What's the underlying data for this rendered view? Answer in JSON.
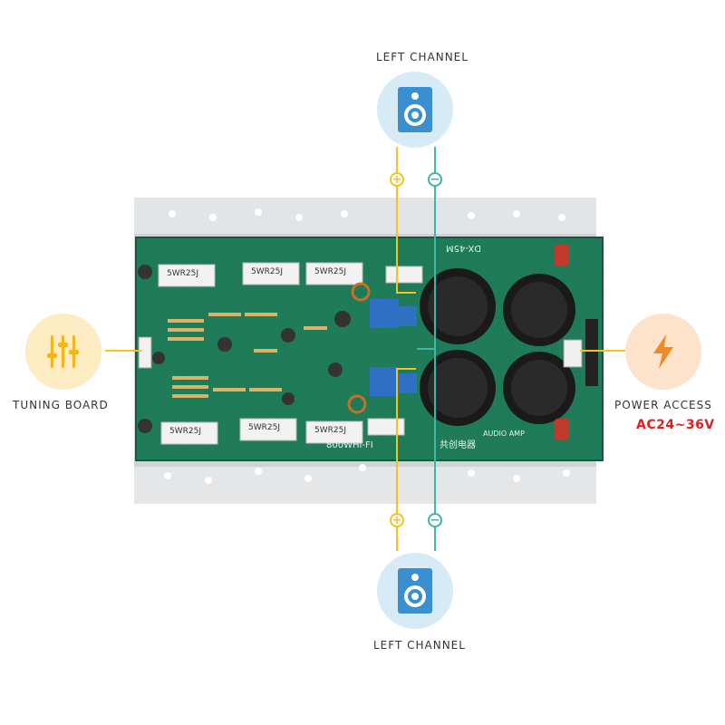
{
  "labels": {
    "top_channel": "LEFT CHANNEL",
    "bottom_channel": "LEFT CHANNEL",
    "tuning": "TUNING BOARD",
    "power": "POWER ACCESS",
    "voltage": "AC24~36V"
  },
  "terminals": {
    "plus": "+",
    "minus": "−"
  },
  "pcb": {
    "resistor_labels": [
      "5WR25J",
      "5WR25J",
      "5WR25J",
      "5WR25J",
      "5WR25J",
      "5WR25J"
    ],
    "board_model": "DX-45M",
    "board_name": "800WHI-FI",
    "maker": "共创电器",
    "audio": "AUDIO AMP"
  },
  "icons": {
    "speaker": "speaker-icon",
    "tuning": "equalizer-sliders-icon",
    "power": "lightning-bolt-icon"
  },
  "colors": {
    "plus_wire": "#f5c31d",
    "minus_wire": "#3bb8a8",
    "circle_blue": "#d7ebf7",
    "circle_yellow": "#fdebc2",
    "circle_orange": "#fde2cc",
    "pcb_green": "#1e7a57",
    "heatsink": "#d3d6d8"
  }
}
